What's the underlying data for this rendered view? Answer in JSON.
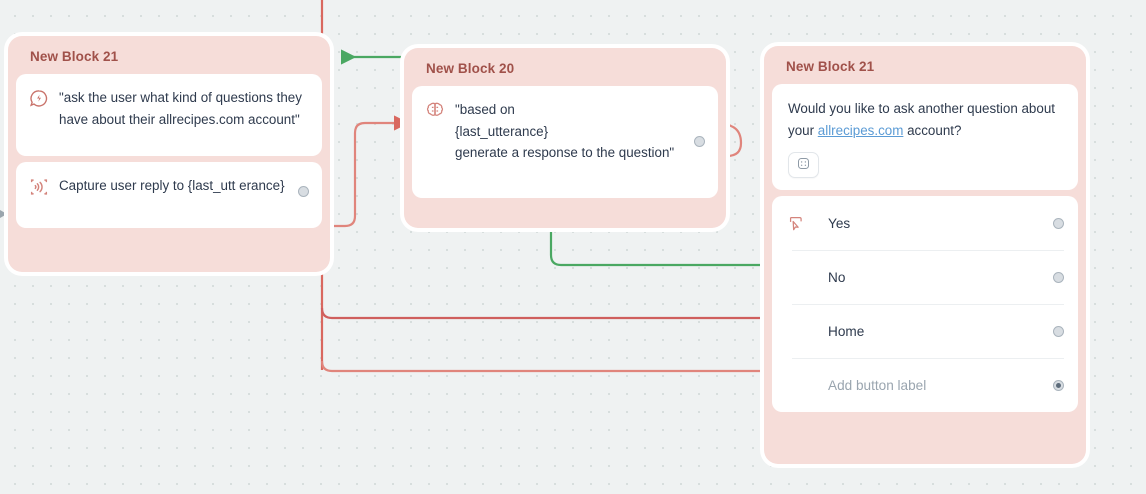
{
  "canvas": {
    "background_color": "#eff2f2",
    "grid_dot_color": "#d7dedd"
  },
  "theme": {
    "block_header_bg": "#f6ddd9",
    "block_title_color": "#a0514a",
    "card_bg": "#ffffff",
    "body_text_color": "#2e3a4d",
    "link_color": "#5b9bd5",
    "edge_red": "#d9685f",
    "edge_green": "#4aa862",
    "port_fill": "#d8dde2",
    "port_border": "#aab4bd"
  },
  "blocks": [
    {
      "id": "block-a",
      "title": "New Block 21",
      "steps": [
        {
          "icon": "ai-prompt-bubble-icon",
          "text": "\"ask the user what kind of questions they have about their allrecipes.com account\"",
          "has_port": false
        },
        {
          "icon": "capture-listen-icon",
          "text": "Capture user reply to {last_utt erance}",
          "has_port": true
        }
      ]
    },
    {
      "id": "block-b",
      "title": "New Block 20",
      "steps": [
        {
          "icon": "brain-ai-icon",
          "text": "\"based on\n{last_utterance}\n generate a response to the question\"",
          "has_port": true
        }
      ]
    },
    {
      "id": "block-c",
      "title": "New Block 21",
      "message": {
        "text_before_link": "Would you like to ask another question about your ",
        "link_text": "allrecipes.com",
        "text_after_link": " account?",
        "chip_icon": "variable-chip-icon"
      },
      "buttons": [
        {
          "icon": "cursor-click-icon",
          "label": "Yes",
          "port": "open"
        },
        {
          "icon": null,
          "label": "No",
          "port": "open"
        },
        {
          "icon": null,
          "label": "Home",
          "port": "open"
        },
        {
          "icon": null,
          "label": "Add button label",
          "port": "filled",
          "is_placeholder": true
        }
      ]
    }
  ],
  "edges": [
    {
      "name": "edge-top-into-block-a",
      "color": "#4aa862",
      "direction": "into-block-a-right"
    },
    {
      "name": "edge-into-block-b",
      "color": "#d9685f",
      "direction": "into-block-b-left"
    },
    {
      "name": "edge-block-b-out-to-block-c",
      "color": "#d9685f",
      "direction": "s-curve-right"
    },
    {
      "name": "edge-block-b-down-to-yes",
      "color": "#4aa862",
      "direction": "down-right-to-yes-port"
    },
    {
      "name": "edge-no-back-to-block-a",
      "color": "#d9685f",
      "direction": "right-to-left-loop"
    },
    {
      "name": "edge-home-back-to-block-a",
      "color": "#d9685f",
      "direction": "right-to-left-loop"
    },
    {
      "name": "edge-vertical-top-red",
      "color": "#d9685f",
      "direction": "vertical-from-top"
    }
  ]
}
